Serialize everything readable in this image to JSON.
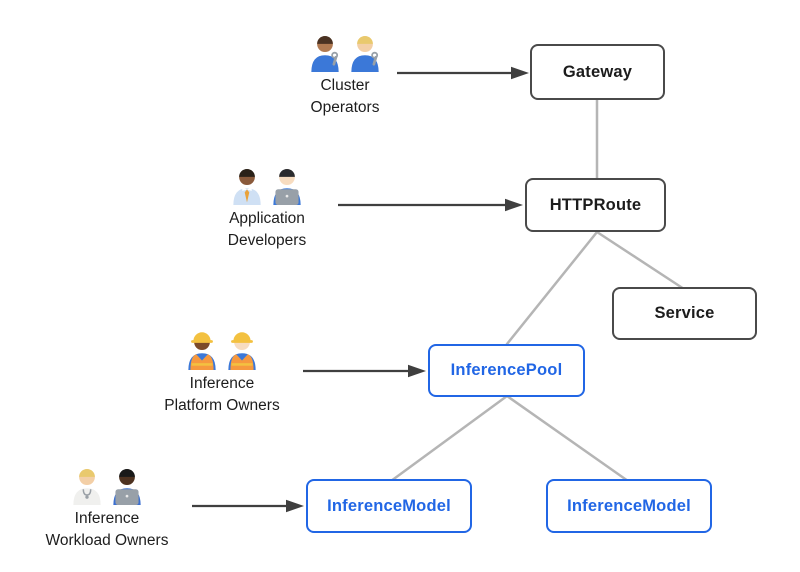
{
  "diagram": {
    "background": "#ffffff",
    "personas": [
      {
        "label_line1": "Cluster",
        "label_line2": "Operators",
        "icons": [
          "man-mechanic-emoji",
          "woman-mechanic-emoji"
        ],
        "points_to": "Gateway"
      },
      {
        "label_line1": "Application",
        "label_line2": "Developers",
        "icons": [
          "man-office-worker-emoji",
          "woman-technologist-emoji"
        ],
        "points_to": "HTTPRoute"
      },
      {
        "label_line1": "Inference",
        "label_line2": "Platform Owners",
        "icons": [
          "woman-construction-worker-emoji",
          "man-construction-worker-emoji"
        ],
        "points_to": "InferencePool"
      },
      {
        "label_line1": "Inference",
        "label_line2": "Workload Owners",
        "icons": [
          "health-worker-emoji",
          "dark-skin-technologist-emoji"
        ],
        "points_to": "InferenceModel"
      }
    ],
    "nodes": {
      "gateway": {
        "label": "Gateway",
        "kind": "core"
      },
      "httproute": {
        "label": "HTTPRoute",
        "kind": "core"
      },
      "service": {
        "label": "Service",
        "kind": "core"
      },
      "inferencepool": {
        "label": "InferencePool",
        "kind": "inference"
      },
      "inferencemodel_left": {
        "label": "InferenceModel",
        "kind": "inference"
      },
      "inferencemodel_right": {
        "label": "InferenceModel",
        "kind": "inference"
      }
    },
    "edges": [
      {
        "from": "Gateway",
        "to": "HTTPRoute"
      },
      {
        "from": "HTTPRoute",
        "to": "Service"
      },
      {
        "from": "HTTPRoute",
        "to": "InferencePool"
      },
      {
        "from": "InferencePool",
        "to": "InferenceModel (left)"
      },
      {
        "from": "InferencePool",
        "to": "InferenceModel (right)"
      }
    ],
    "colors": {
      "core_border": "#4a4a4a",
      "core_text": "#1c1c1c",
      "inference_accent": "#2166e5",
      "connector_line": "#b5b5b5",
      "actor_arrow": "#3f3f3f"
    }
  }
}
